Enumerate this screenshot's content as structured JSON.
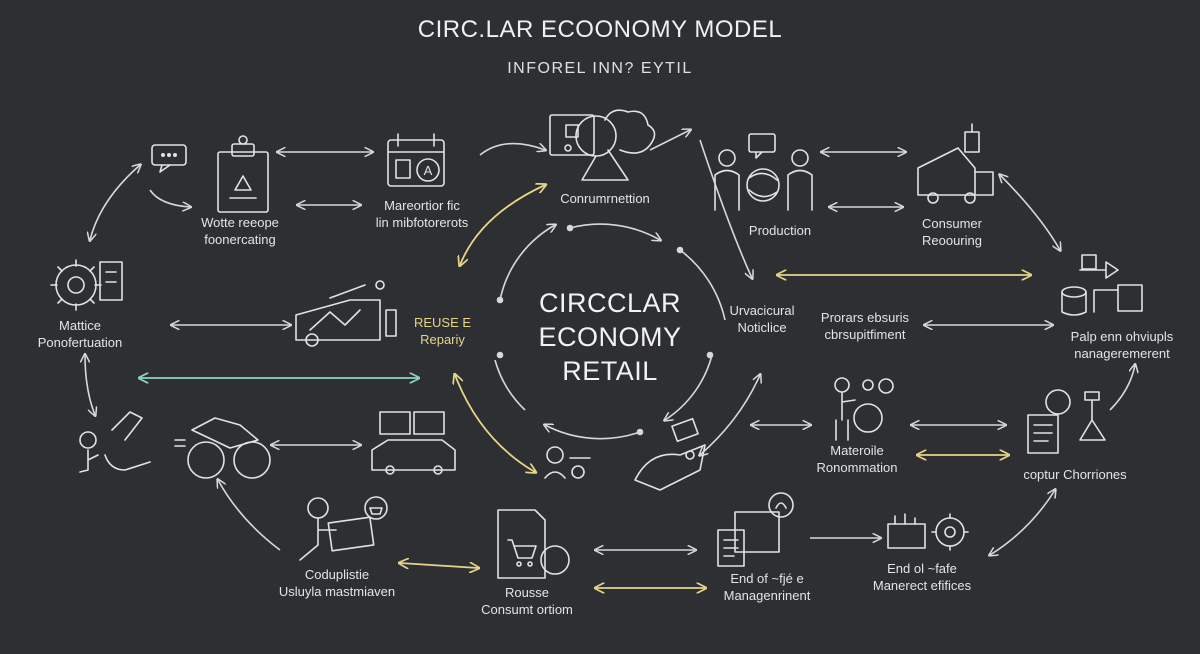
{
  "title": "CIRC.LAR ECOONOMY MODEL",
  "subtitle": "INFOREL INN? EYTIL",
  "center": {
    "line1": "CIRCCLAR",
    "line2": "ECONOMY",
    "line3": "RETAIL"
  },
  "nodes": {
    "waste": {
      "line1": "Wotte reeope",
      "line2": "foonercating"
    },
    "material": {
      "line1": "Mareortior fic",
      "line2": "lin mibfotorerots"
    },
    "consumption": {
      "line1": "Conrumrnettion"
    },
    "production": {
      "line1": "Production"
    },
    "consumer": {
      "line1": "Consumer",
      "line2": "Reoouring"
    },
    "mattice": {
      "line1": "Mattice",
      "line2": "Ponofertuation"
    },
    "reuse": {
      "line1": "REUSE E",
      "line2": "Repariy"
    },
    "urvacicural": {
      "line1": "Urvacicural",
      "line2": "Noticlice"
    },
    "prorars": {
      "line1": "Prorars ebsuris",
      "line2": "cbrsupitfiment"
    },
    "palp": {
      "line1": "Palp enn ohviupls",
      "line2": "nanageremerent"
    },
    "materic": {
      "line1": "Materoile",
      "line2": "Ronommation"
    },
    "coptur": {
      "line1": "coptur Chorriones"
    },
    "coduplistie": {
      "line1": "Coduplistie",
      "line2": "Usluyla mastmiaven"
    },
    "rousse": {
      "line1": "Rousse",
      "line2": "Consumt ortiom"
    },
    "endoflife": {
      "line1": "End of ~fjé e",
      "line2": "Managenrinent"
    },
    "endolafe": {
      "line1": "End ol ~fafe",
      "line2": "Manerect efifices"
    }
  },
  "colors": {
    "background": "#2d2f33",
    "line": "#d8d8d8",
    "yellow": "#e6d48a",
    "teal": "#8fd6c0"
  }
}
